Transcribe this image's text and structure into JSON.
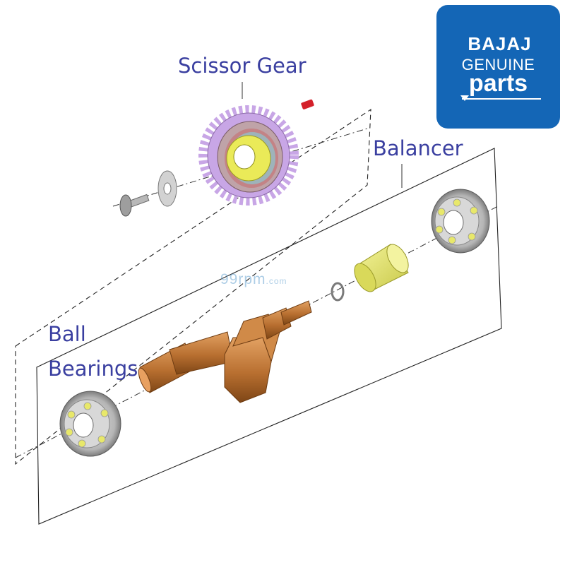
{
  "labels": {
    "scissor_gear": "Scissor Gear",
    "balancer": "Balancer",
    "ball": "Ball",
    "bearings": "Bearings"
  },
  "logo": {
    "brand": "BAJAJ",
    "line2": "GENUINE",
    "line3": "parts"
  },
  "watermark": {
    "main": "99rpm",
    "suffix": ".com"
  },
  "colors": {
    "label_text": "#3a3fa0",
    "logo_background": "#1466b6",
    "logo_text": "#ffffff",
    "gear_teeth": "#c8a6e6",
    "bearing_outer": "#9a9a9a",
    "bearing_balls": "#e8e86a",
    "shaft": "#c07a3c",
    "bushing": "#e6e66a",
    "pin": "#d4202a",
    "watermark": "#7aaed6"
  }
}
